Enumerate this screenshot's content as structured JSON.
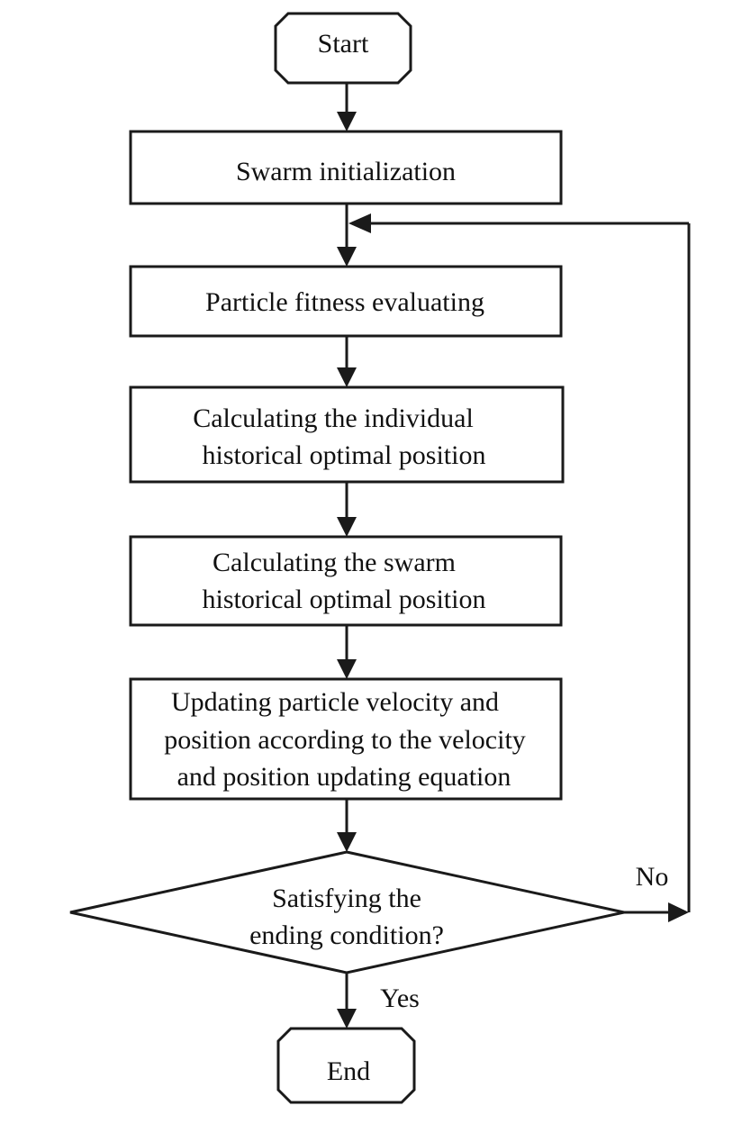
{
  "flowchart": {
    "start": "Start",
    "step1": "Swarm initialization",
    "step2": "Particle fitness evaluating",
    "step3": {
      "line1": "Calculating the individual",
      "line2": "historical optimal position"
    },
    "step4": {
      "line1": "Calculating the swarm",
      "line2": "historical optimal position"
    },
    "step5": {
      "line1": "Updating particle  velocity and",
      "line2": "position according to the velocity",
      "line3": "and position updating equation"
    },
    "decision": {
      "line1": "Satisfying the",
      "line2": "ending condition?"
    },
    "no_label": "No",
    "yes_label": "Yes",
    "end": "End"
  }
}
